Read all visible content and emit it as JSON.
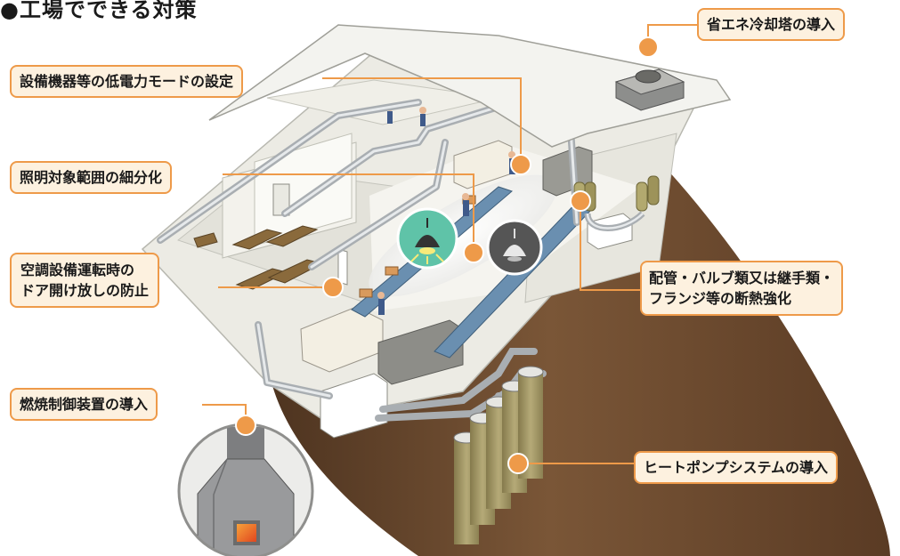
{
  "title": "●工場でできる対策",
  "labels": {
    "cooling_tower": "省エネ冷却塔の導入",
    "low_power_mode": "設備機器等の低電力モードの設定",
    "lighting": "照明対象範囲の細分化",
    "door_line1": "空調設備運転時の",
    "door_line2": "ドア開け放しの防止",
    "insulation_line1": "配管・バルブ類又は継手類・",
    "insulation_line2": "フランジ等の断熱強化",
    "combustion": "燃焼制御装置の導入",
    "heat_pump": "ヒートポンプシステムの導入"
  },
  "colors": {
    "accent": "#ee9a49",
    "label_bg": "#fdf1df",
    "callout_dot": "#ee9a49",
    "lamp_on": "#5fc3a8",
    "lamp_off": "#555555",
    "ground": "#6b4a2e",
    "roof": "#f4f4f0",
    "pillar": "#9c915f"
  }
}
